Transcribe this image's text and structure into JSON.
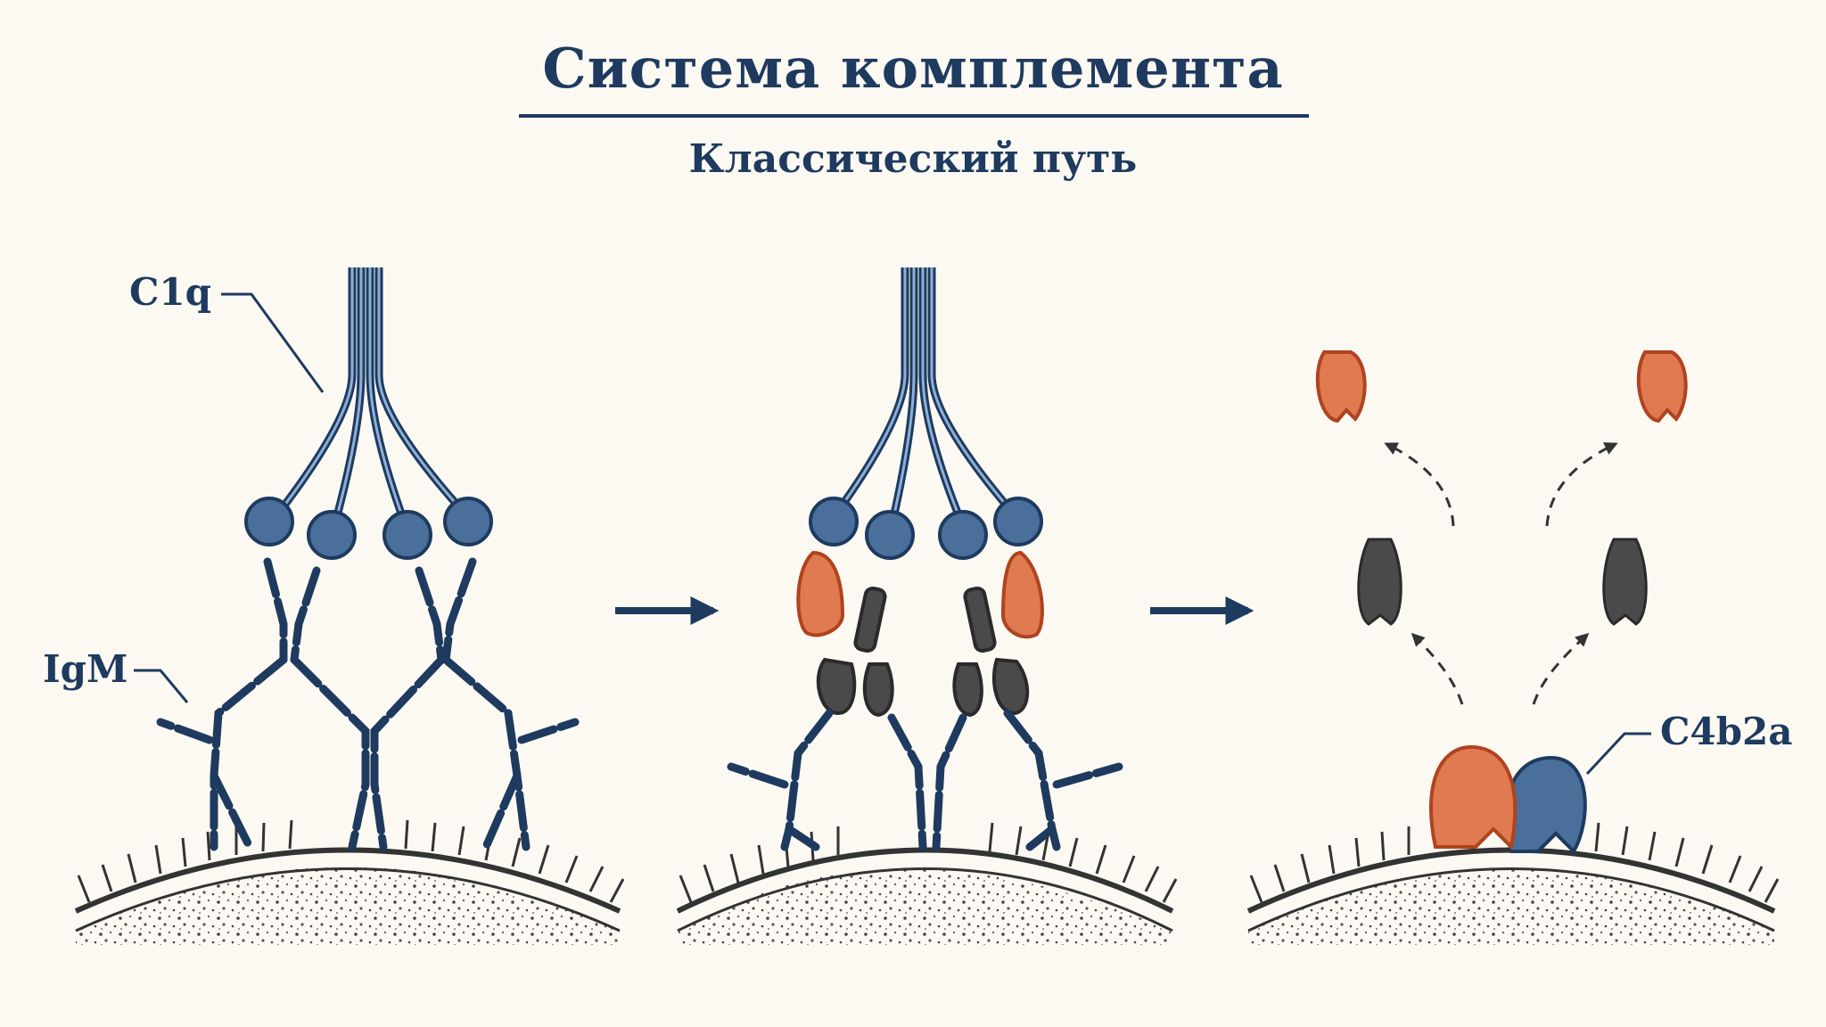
{
  "title": "Система комплемента",
  "subtitle": "Классический путь",
  "labels": {
    "c1q": "C1q",
    "igm": "IgM",
    "c4b2a": "C4b2a"
  },
  "colors": {
    "navy": "#1e3a5f",
    "blue": "#4a6f9b",
    "orange": "#e07a50",
    "orange_stroke": "#b0431f",
    "gray": "#4a4a4a",
    "background": "#fcf9f3"
  }
}
